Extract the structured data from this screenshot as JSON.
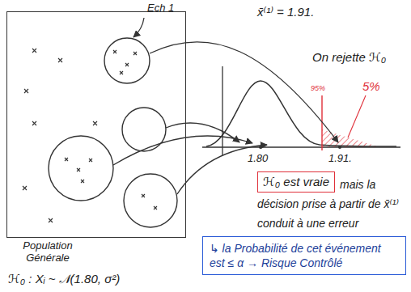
{
  "diagram": {
    "nodes": [
      {
        "text": [
          "Population Générale"
        ]
      },
      {
        "text": [
          "ℋ₀ est vraie"
        ]
      },
      {
        "text": [
          "↳ la Probabilité de cet événement est ≤ α → Risque Contrôlé"
        ]
      }
    ],
    "labels": [
      "Ech 1",
      "x̄⁽¹⁾ = 1.91.",
      "On rejette ℋ₀",
      "95%",
      "5%",
      "1.80",
      "1.91.",
      "mais la décision prise à partir de x̄⁽¹⁾ conduit à une erreur",
      "ℋ₀ : Xᵢ ~ 𝒩(1.80, σ²)"
    ]
  }
}
